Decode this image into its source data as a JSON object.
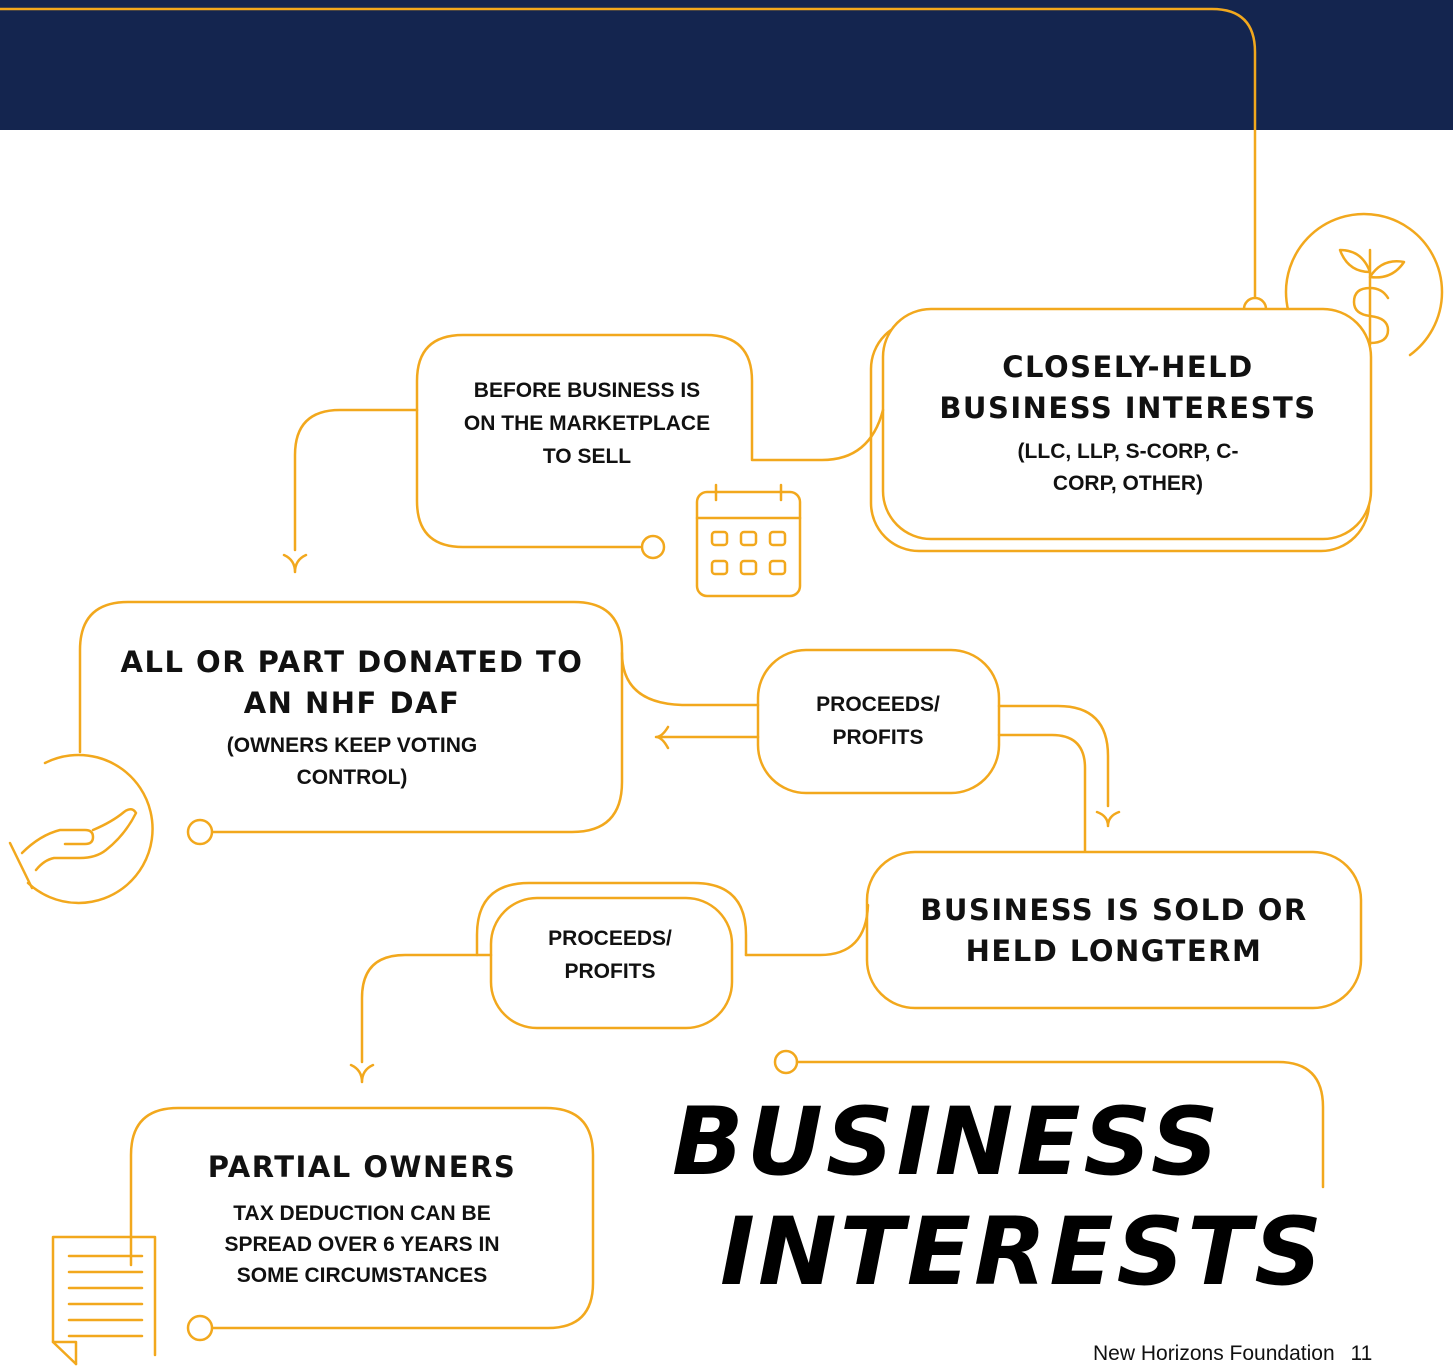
{
  "colors": {
    "banner": "#14254f",
    "line": "#f2a81d",
    "text": "#111111"
  },
  "icons": [
    "plant-dollar-icon",
    "calendar-icon",
    "giving-hand-icon",
    "document-icon"
  ],
  "nodes": {
    "closely_held": {
      "title": "CLOSELY-HELD BUSINESS INTERESTS",
      "subtitle": "(LLC, LLP, S-CORP, C-CORP, OTHER)"
    },
    "before_business": {
      "text": "BEFORE BUSINESS IS ON THE MARKETPLACE TO SELL"
    },
    "donated": {
      "title": "ALL OR PART DONATED TO AN NHF DAF",
      "subtitle": "(OWNERS KEEP VOTING CONTROL)"
    },
    "proceeds_1": {
      "text": "PROCEEDS/ PROFITS"
    },
    "sold": {
      "title": "BUSINESS IS SOLD OR HELD LONGTERM"
    },
    "proceeds_2": {
      "text": "PROCEEDS/ PROFITS"
    },
    "partial": {
      "title": "PARTIAL OWNERS",
      "subtitle": "TAX DEDUCTION CAN BE SPREAD OVER 6 YEARS IN SOME CIRCUMSTANCES"
    }
  },
  "page_title": {
    "line1": "BUSINESS",
    "line2": "INTERESTS"
  },
  "footer": {
    "org": "New Horizons Foundation",
    "page": "11"
  }
}
